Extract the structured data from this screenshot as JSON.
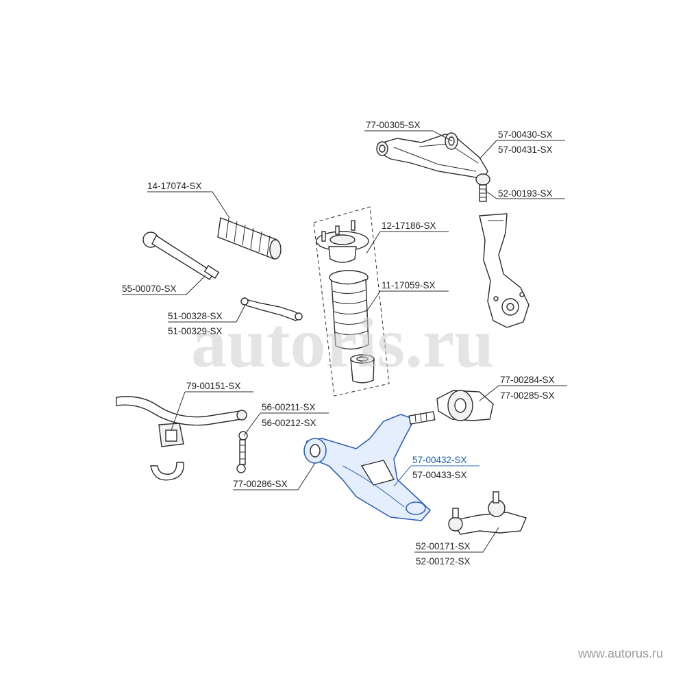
{
  "watermark": {
    "text": "autoris.ru",
    "site": "www.autorus.ru"
  },
  "callouts": [
    {
      "id": "77-00305",
      "text": "77-00305-SX",
      "highlight": false
    },
    {
      "id": "57-00430",
      "text": "57-00430-SX",
      "highlight": false
    },
    {
      "id": "57-00431",
      "text": "57-00431-SX",
      "highlight": false
    },
    {
      "id": "52-00193",
      "text": "52-00193-SX",
      "highlight": false
    },
    {
      "id": "14-17074",
      "text": "14-17074-SX",
      "highlight": false
    },
    {
      "id": "12-17186",
      "text": "12-17186-SX",
      "highlight": false
    },
    {
      "id": "55-00070",
      "text": "55-00070-SX",
      "highlight": false
    },
    {
      "id": "11-17059",
      "text": "11-17059-SX",
      "highlight": false
    },
    {
      "id": "51-00328",
      "text": "51-00328-SX",
      "highlight": false
    },
    {
      "id": "51-00329",
      "text": "51-00329-SX",
      "highlight": false
    },
    {
      "id": "77-00284",
      "text": "77-00284-SX",
      "highlight": false
    },
    {
      "id": "77-00285",
      "text": "77-00285-SX",
      "highlight": false
    },
    {
      "id": "79-00151",
      "text": "79-00151-SX",
      "highlight": false
    },
    {
      "id": "56-00211",
      "text": "56-00211-SX",
      "highlight": false
    },
    {
      "id": "56-00212",
      "text": "56-00212-SX",
      "highlight": false
    },
    {
      "id": "57-00432",
      "text": "57-00432-SX",
      "highlight": true
    },
    {
      "id": "57-00433",
      "text": "57-00433-SX",
      "highlight": false
    },
    {
      "id": "77-00286",
      "text": "77-00286-SX",
      "highlight": false
    },
    {
      "id": "52-00171",
      "text": "52-00171-SX",
      "highlight": false
    },
    {
      "id": "52-00172",
      "text": "52-00172-SX",
      "highlight": false
    }
  ],
  "colors": {
    "highlight": "#1a5fae",
    "highlight_part": "#2d5fbf",
    "line": "#2a2a2a",
    "watermark": "#cfcfcf"
  }
}
